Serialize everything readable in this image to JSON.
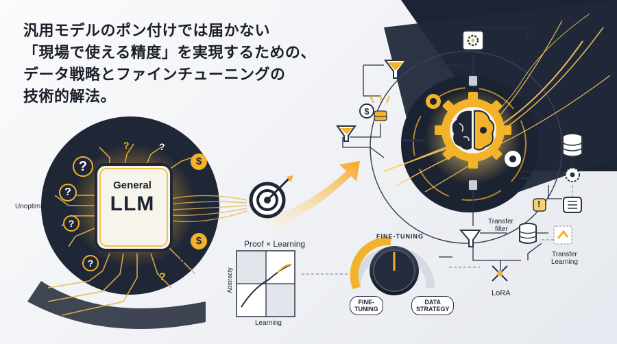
{
  "headline": {
    "line1": "汎用モデルのポン付けでは届かない",
    "line2": "「現場で使える精度」を実現するための、",
    "line3": "データ戦略とファインチューニングの",
    "line4": "技術的解法。"
  },
  "general_llm": {
    "line1": "General",
    "line2": "LLM"
  },
  "labels": {
    "unoptimized": "Unoptimized",
    "proof_learning": "Proof × Learning",
    "y_axis": "Abstracty",
    "x_axis": "Learning",
    "fine_tuning_arc": "FINE-TUNING",
    "fine_tuning_pill_1": "FINE-",
    "fine_tuning_pill_2": "TUNING",
    "data_strategy_1": "DATA",
    "data_strategy_2": "STRATEGY",
    "transfer_filter_1": "Transfer",
    "transfer_filter_2": "filter",
    "transfer_learning_1": "Transfer",
    "transfer_learning_2": "Learning",
    "lora": "LoRA"
  },
  "glyphs": {
    "question": "?",
    "dollar": "$",
    "alert": "!"
  },
  "colors": {
    "navy": "#1f2636",
    "gold": "#f2b32a",
    "amber": "#f5a623",
    "ink": "#1b1f2a"
  }
}
